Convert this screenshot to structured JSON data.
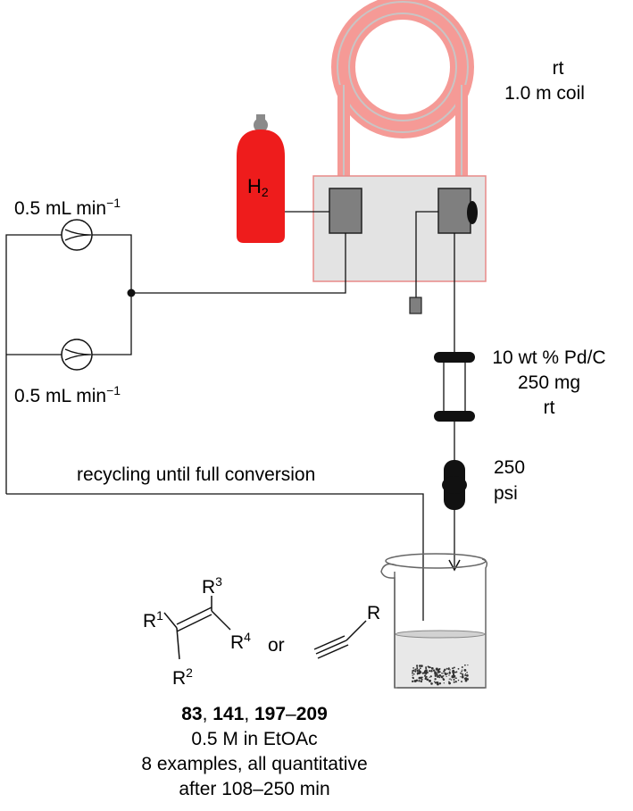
{
  "coil": {
    "temp": "rt",
    "length": "1.0 m coil"
  },
  "gas": {
    "element": "H",
    "subscript": "2"
  },
  "pumps": [
    {
      "flow": "0.5 mL min",
      "exponent": "−1"
    },
    {
      "flow": "0.5 mL min",
      "exponent": "−1"
    }
  ],
  "cartridge": {
    "catalyst": "10 wt % Pd/C",
    "amount": "250 mg",
    "temp": "rt"
  },
  "bpr": {
    "value": "250",
    "unit": "psi"
  },
  "recycle_label": "recycling until full conversion",
  "substrate": {
    "r1": "R",
    "r1_sup": "1",
    "r2": "R",
    "r2_sup": "2",
    "r3": "R",
    "r3_sup": "3",
    "r4": "R",
    "r4_sup": "4",
    "or": "or",
    "alkyne_r": "R"
  },
  "compounds": {
    "a": "83",
    "sep1": ", ",
    "b": "141",
    "sep2": ", ",
    "c": "197",
    "dash": "–",
    "d": "209"
  },
  "conditions": {
    "concentration": "0.5 M in EtOAc",
    "examples": "8 examples, all quantitative",
    "time": "after 108–250 min"
  },
  "colors": {
    "coil": "#f59a96",
    "coil_inner": "#c9c4c4",
    "cylinder": "#ee1c1c",
    "module_fill": "#e3e3e3",
    "module_border": "#e88a88",
    "mixer": "#7f7f7f"
  }
}
